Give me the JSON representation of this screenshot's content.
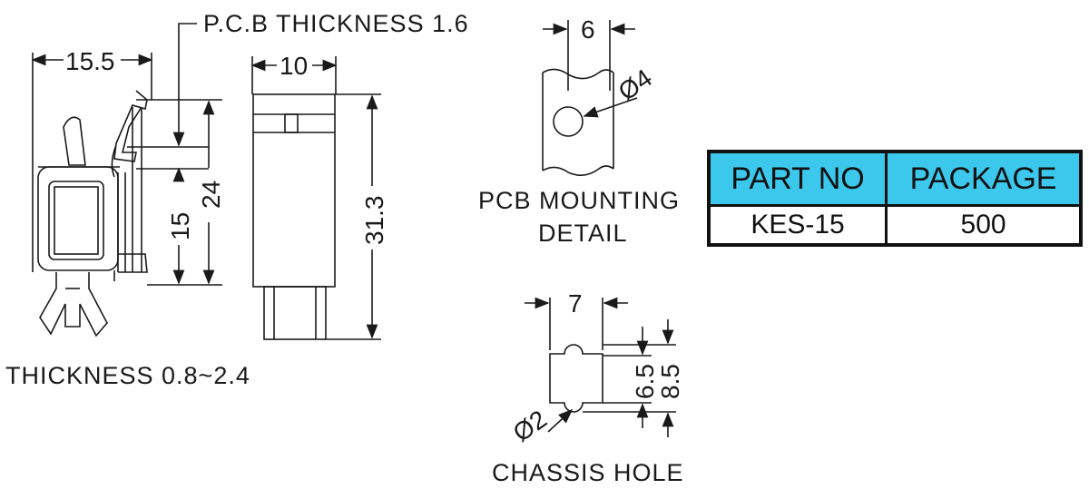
{
  "labels": {
    "pcb_thickness": "P.C.B THICKNESS 1.6",
    "panel_thickness": "THICKNESS 0.8~2.4",
    "mounting_detail_line1": "PCB MOUNTING",
    "mounting_detail_line2": "DETAIL",
    "chassis_hole": "CHASSIS HOLE"
  },
  "dimensions": {
    "width_side": "15.5",
    "width_front": "10",
    "height_24": "24",
    "height_15": "15",
    "height_total": "31.3",
    "detail_width": "6",
    "detail_hole": "Ø4",
    "hole_width": "7",
    "hole_h1": "6.5",
    "hole_h2": "8.5",
    "hole_dia": "Ø2"
  },
  "table": {
    "headers": [
      "PART NO",
      "PACKAGE"
    ],
    "rows": [
      [
        "KES-15",
        "500"
      ]
    ],
    "header_color": "#3cc8ec"
  }
}
